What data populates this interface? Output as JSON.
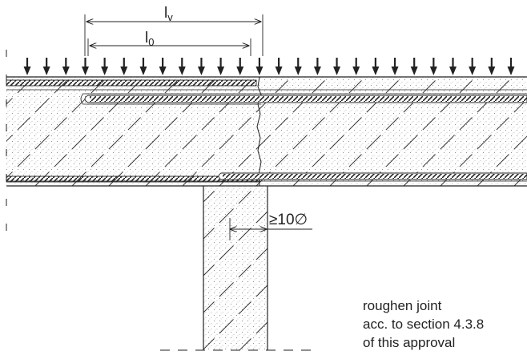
{
  "labels": {
    "lv_main": "l",
    "lv_sub": "v",
    "l0_main": "l",
    "l0_sub": "0",
    "spacing": "≥10∅"
  },
  "note": {
    "line1": "roughen joint",
    "line2": "acc. to section 4.3.8",
    "line3": "of this approval"
  },
  "load": {
    "arrow_count": 26
  },
  "colors": {
    "ink": "#222222",
    "concrete_dots": "#9a9a9a",
    "background": "#ffffff"
  }
}
